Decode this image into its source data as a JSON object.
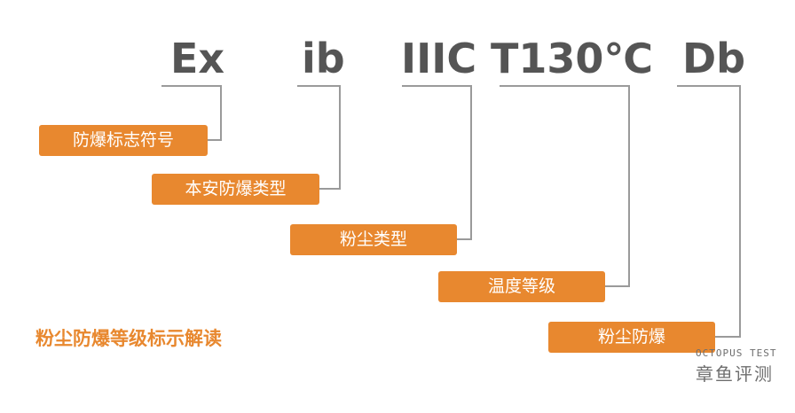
{
  "marking": {
    "ex": "Ex",
    "ib": "ib",
    "group": "IIIC",
    "temp": "T130℃",
    "epl": "Db"
  },
  "labels": {
    "ex": "防爆标志符号",
    "ib": "本安防爆类型",
    "group": "粉尘类型",
    "temp": "温度等级",
    "epl": "粉尘防爆"
  },
  "caption": "粉尘防爆等级标示解读",
  "watermark": {
    "en": "OCTOPUS TEST",
    "cn": "章鱼评测"
  },
  "colors": {
    "accent": "#e8882f",
    "code_text": "#555555",
    "line": "#9a9a9a"
  }
}
